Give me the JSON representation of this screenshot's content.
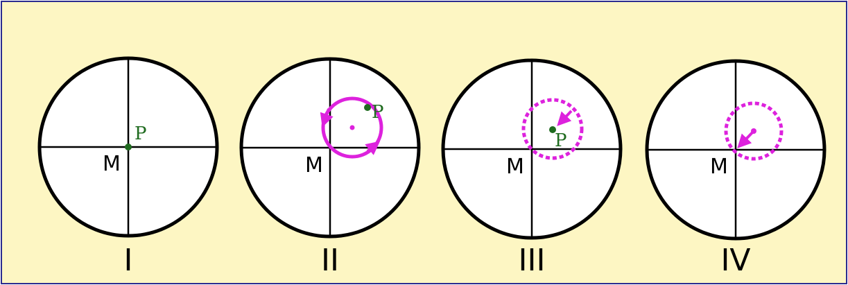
{
  "colors": {
    "background": "#fdf6c3",
    "frame": "#2b2c8f",
    "circle_stroke": "#000000",
    "circle_fill": "#ffffff",
    "point_green": "#1f6b1f",
    "orbit_magenta": "#dd22dd"
  },
  "panels": [
    {
      "numeral": "I",
      "center_label": "M",
      "point_label": "P",
      "orbit": "none"
    },
    {
      "numeral": "II",
      "center_label": "M",
      "point_label": "P",
      "orbit": "solid-with-arrows"
    },
    {
      "numeral": "III",
      "center_label": "M",
      "point_label": "P",
      "orbit": "dotted-with-inward-arrow"
    },
    {
      "numeral": "IV",
      "center_label": "M",
      "orbit": "dotted-with-arrow-to-center"
    }
  ]
}
